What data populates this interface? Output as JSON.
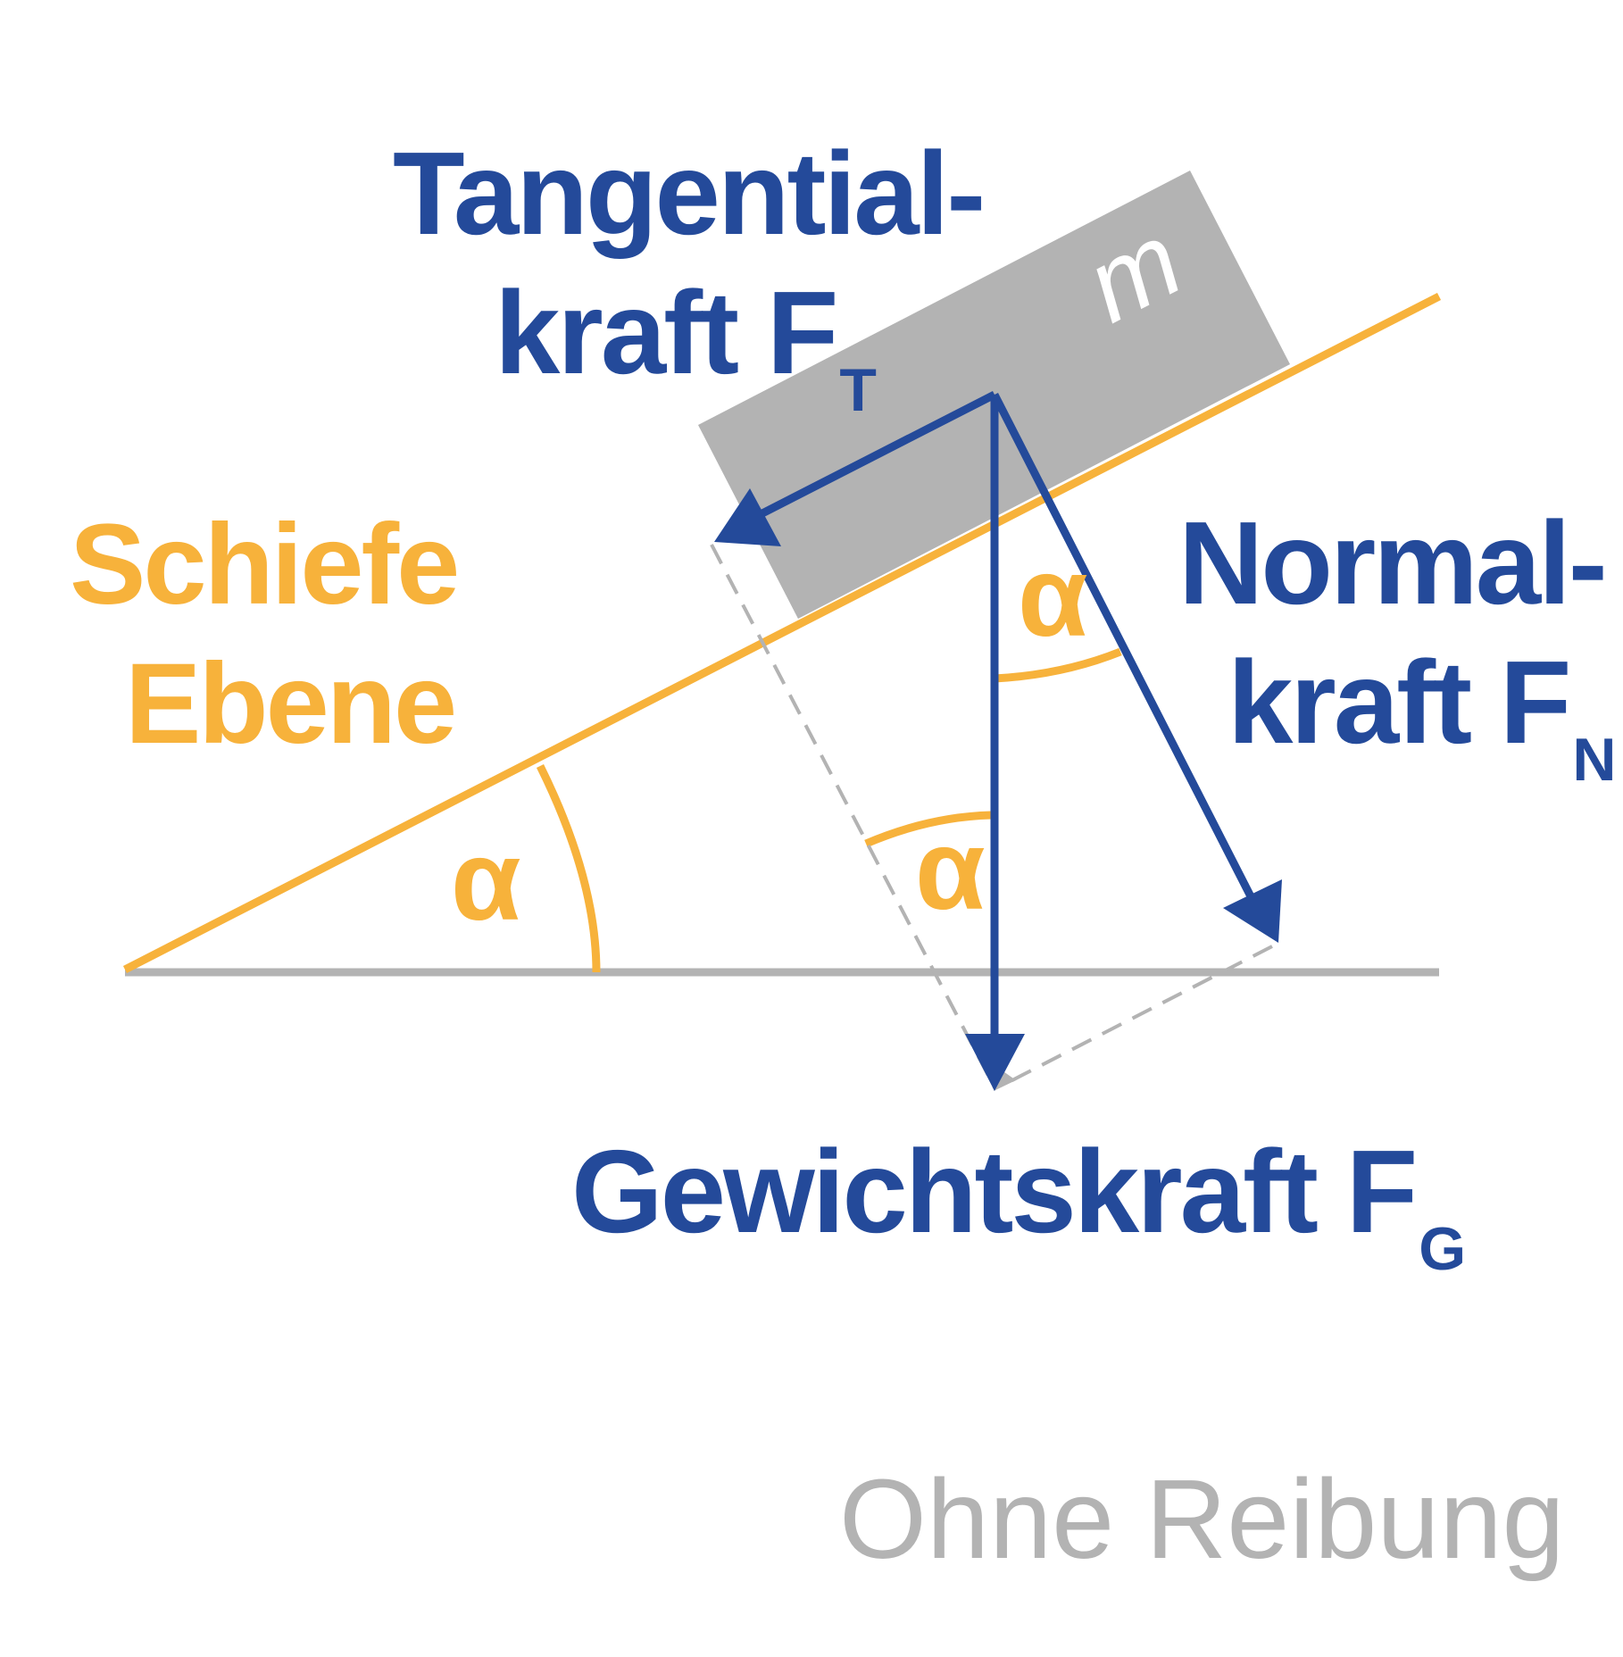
{
  "colors": {
    "force_blue": "#244a9a",
    "plane_orange": "#f7b23b",
    "block_grey": "#b3b3b3",
    "ground_grey": "#b3b3b3",
    "dash_grey": "#b3b3b3",
    "background": "#ffffff"
  },
  "labels": {
    "tangential_line1": "Tangential-",
    "tangential_line2": "kraft F",
    "tangential_sub": "T",
    "normal_line1": "Normal-",
    "normal_line2": "kraft F",
    "normal_sub": "N",
    "weight_main": "Gewichtskraft F",
    "weight_sub": "G",
    "plane_line1": "Schiefe",
    "plane_line2": "Ebene",
    "mass": "m",
    "angle": "α",
    "caption": "Ohne Reibung"
  }
}
